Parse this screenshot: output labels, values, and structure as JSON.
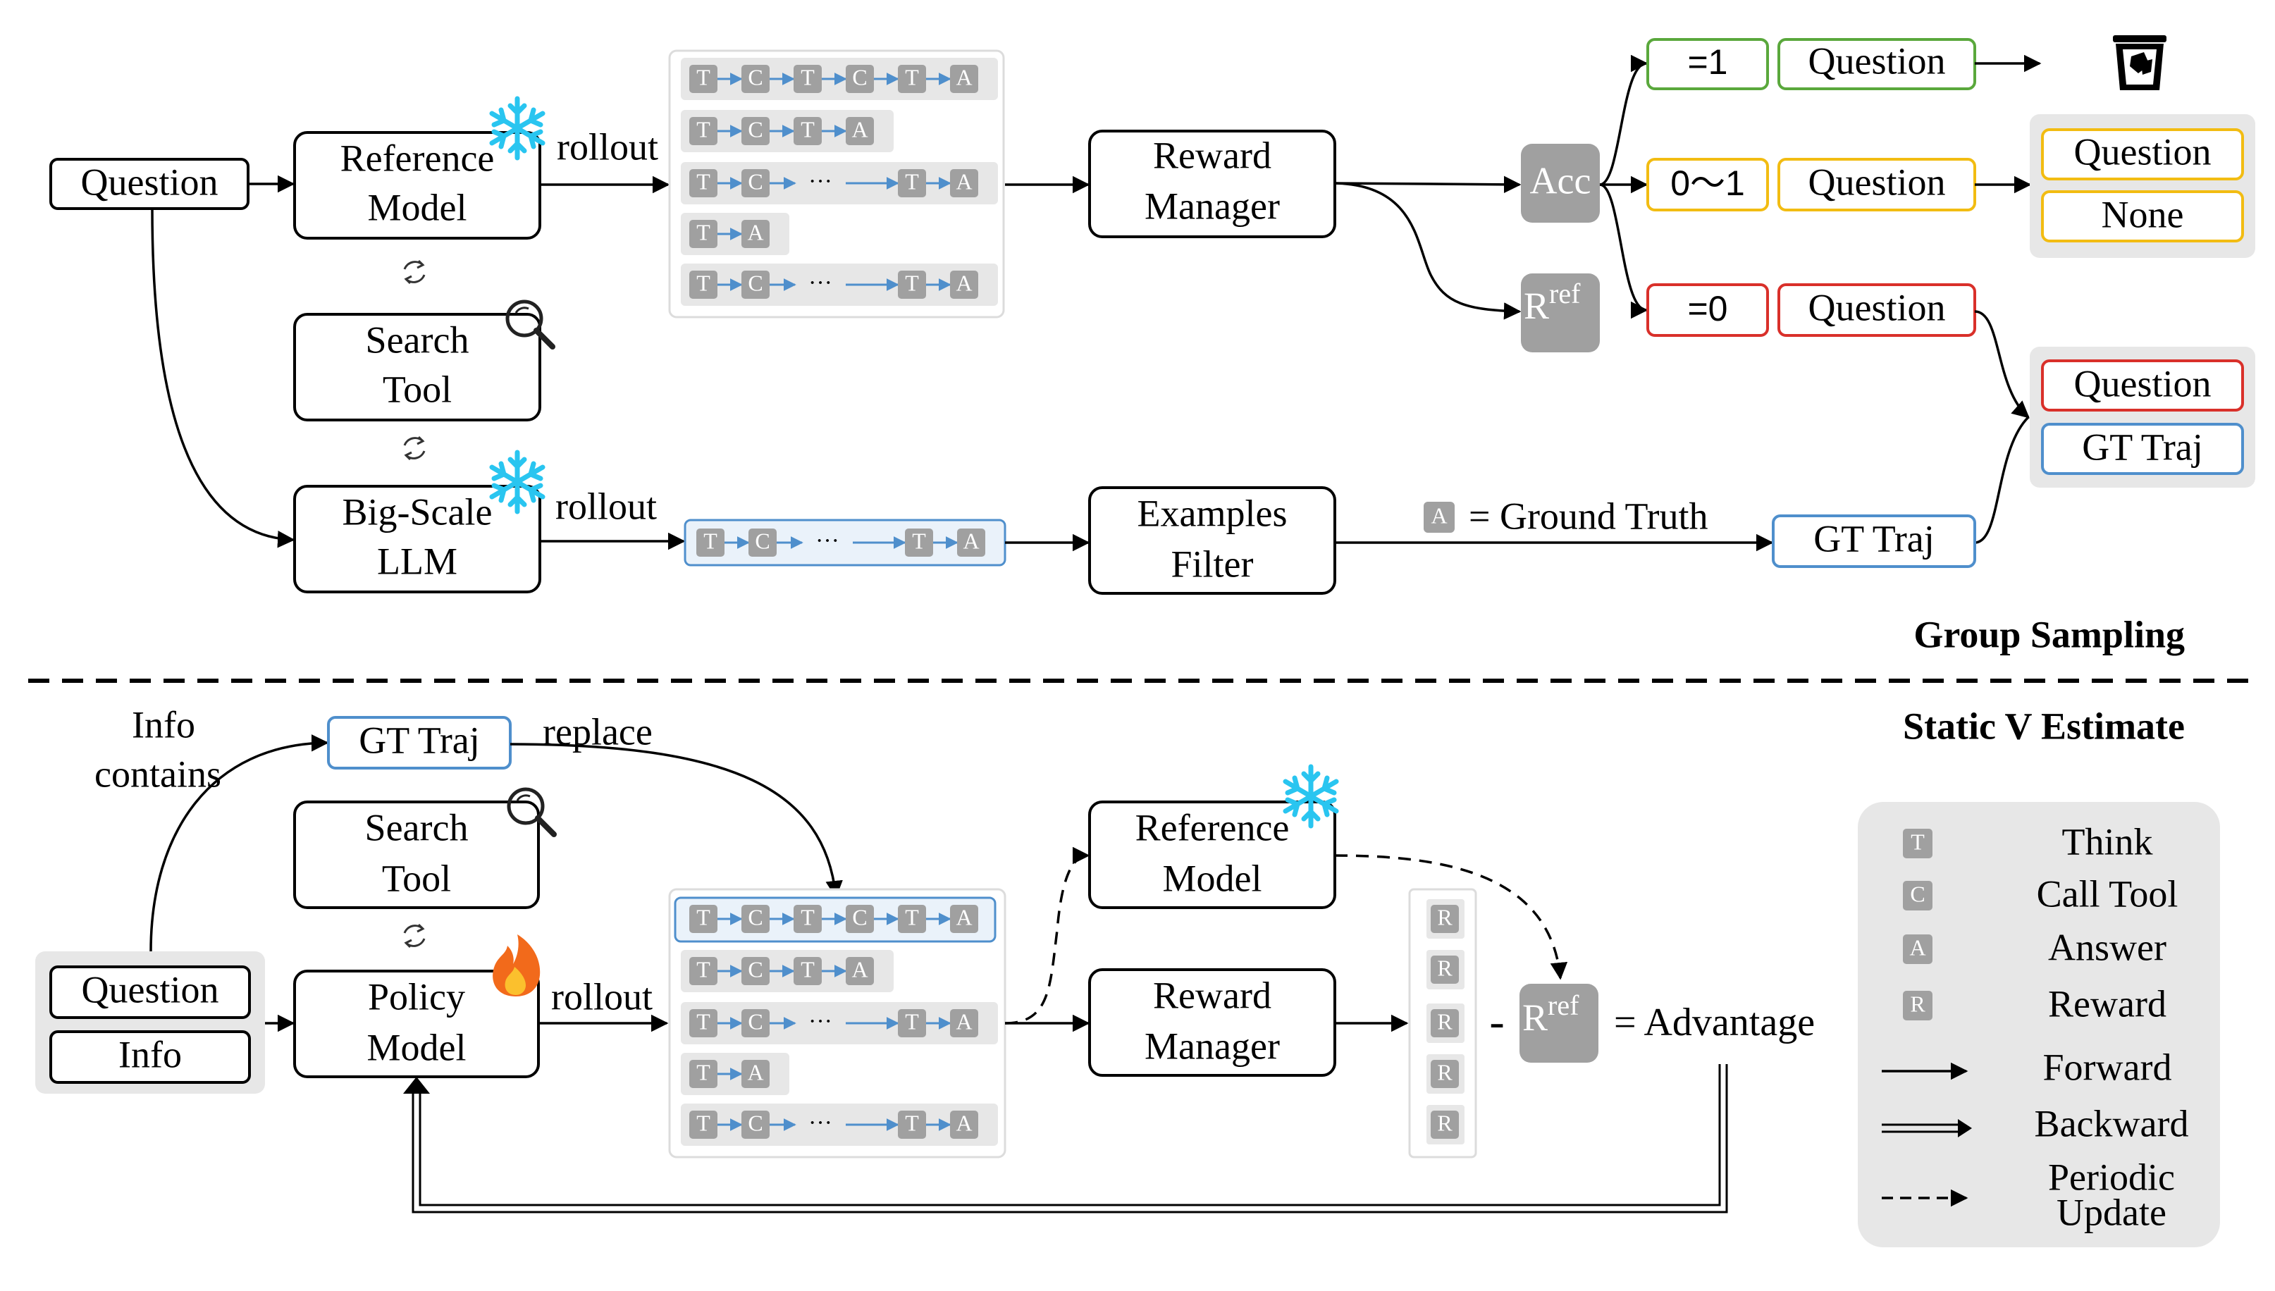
{
  "top": {
    "question": "Question",
    "reference_model": [
      "Reference",
      "Model"
    ],
    "search_tool": [
      "Search",
      "Tool"
    ],
    "big_llm": [
      "Big-Scale",
      "LLM"
    ],
    "rollout": "rollout",
    "reward_manager": [
      "Reward",
      "Manager"
    ],
    "examples_filter": [
      "Examples",
      "Filter"
    ],
    "acc": "Acc",
    "rref_base": "R",
    "rref_sup": "ref",
    "eq1": "=1",
    "range": "0～1",
    "eq0": "=0",
    "question_label": "Question",
    "none": "None",
    "gt_traj": "GT Traj",
    "ground_truth": "= Ground Truth",
    "section": "Group Sampling"
  },
  "bottom": {
    "section": "Static V Estimate",
    "info_contains": [
      "Info",
      "contains"
    ],
    "gt_traj": "GT Traj",
    "replace": "replace",
    "search_tool": [
      "Search",
      "Tool"
    ],
    "question": "Question",
    "info": "Info",
    "policy_model": [
      "Policy",
      "Model"
    ],
    "rollout": "rollout",
    "reference_model": [
      "Reference",
      "Model"
    ],
    "reward_manager": [
      "Reward",
      "Manager"
    ],
    "minus": "-",
    "advantage": "= Advantage"
  },
  "tokens": {
    "think": "T",
    "call": "C",
    "answer": "A",
    "reward": "R",
    "ellipsis": "···"
  },
  "legend": {
    "think": "Think",
    "call": "Call Tool",
    "answer": "Answer",
    "reward": "Reward",
    "forward": "Forward",
    "backward": "Backward",
    "periodic": [
      "Periodic",
      "Update"
    ]
  },
  "colors": {
    "green": "#5aa83c",
    "yellow": "#f2bc12",
    "red": "#d9302a",
    "blue": "#4f8fcc",
    "token": "#a0a0a0",
    "panel": "#e7e7e7"
  }
}
